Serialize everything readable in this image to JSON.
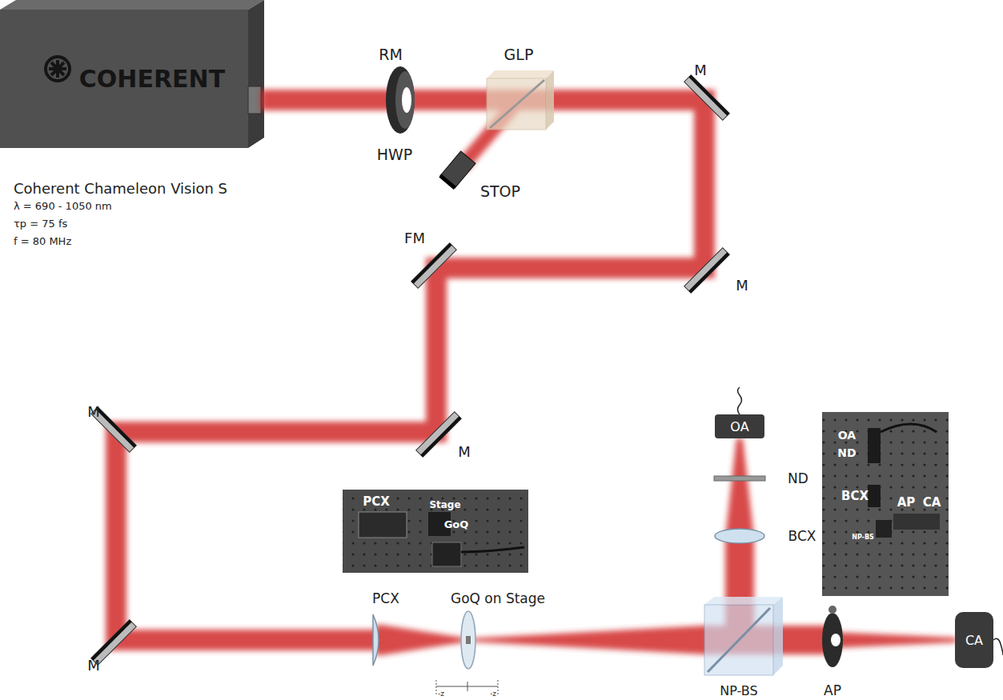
{
  "diagram": {
    "nodes": [
      {
        "text": [
          "COHERENT"
        ]
      },
      {
        "text": [
          "OA"
        ]
      },
      {
        "text": [
          "CA"
        ]
      }
    ],
    "labels": [
      "RM",
      "HWP",
      "GLP",
      "STOP",
      "M",
      "M",
      "FM",
      "M",
      "M",
      "M",
      "Coherent Chameleon Vision S",
      "λ = 690 - 1050 nm",
      "τp = 75 fs",
      "f = 80 MHz",
      "PCX",
      "GoQ on Stage",
      "-z",
      "-z",
      "ND",
      "BCX",
      "NP-BS",
      "AP",
      "PCX",
      "Stage",
      "GoQ",
      "OA",
      "ND",
      "BCX",
      "AP",
      "CA",
      "NP-BS"
    ]
  }
}
